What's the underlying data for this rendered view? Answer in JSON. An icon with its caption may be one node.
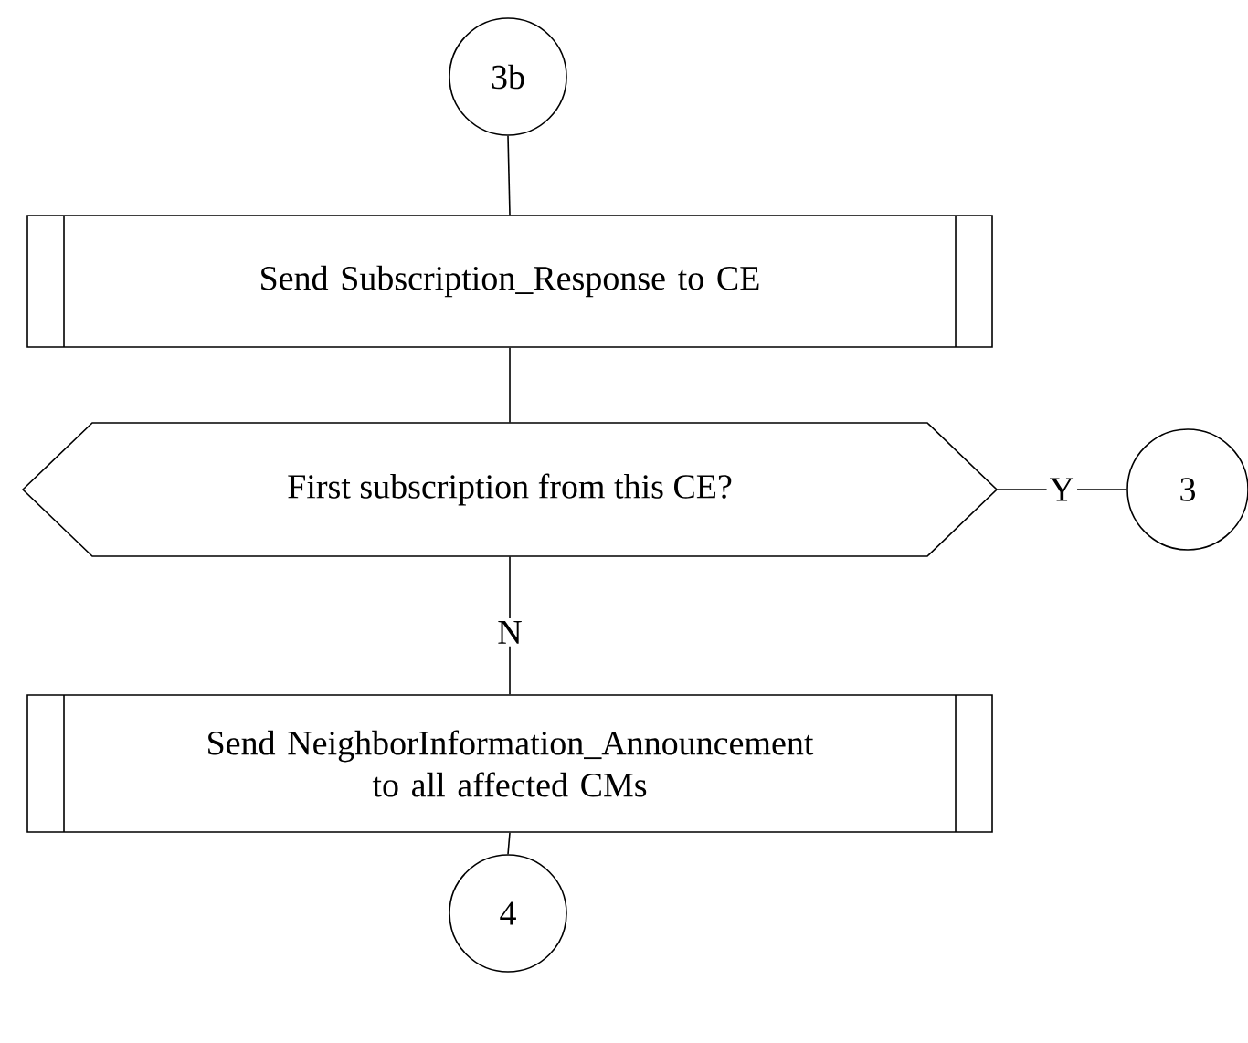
{
  "diagram": {
    "nodes": [
      {
        "text": [
          "3b"
        ]
      },
      {
        "text": [
          "Send Subscription_Response to CE"
        ]
      },
      {
        "text": [
          "First subscription from this CE?"
        ]
      },
      {
        "text": [
          "3"
        ]
      },
      {
        "text": [
          "Send NeighborInformation_Announcement to all affected CMs"
        ]
      },
      {
        "text": [
          "4"
        ]
      }
    ],
    "edges": [
      {
        "from": 0,
        "to": 1,
        "arrow": "none"
      },
      {
        "from": 1,
        "to": 2,
        "arrow": "none"
      },
      {
        "from": 2,
        "to": 3,
        "arrow": "none",
        "label": "Y"
      },
      {
        "from": 2,
        "to": 4,
        "arrow": "none",
        "label": "N"
      },
      {
        "from": 4,
        "to": 5,
        "arrow": "none"
      }
    ]
  }
}
